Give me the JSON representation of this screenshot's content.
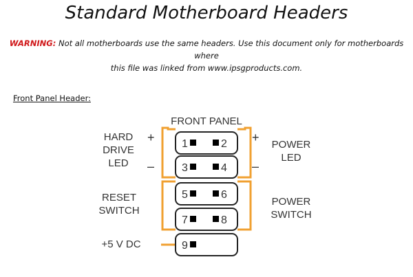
{
  "document": {
    "title": "Standard Motherboard Headers",
    "warning_label": "WARNING:",
    "warning_line1": " Not all motherboards use the same headers. Use this document only for motherboards where",
    "warning_line2": "this file was linked from www.ipsgproducts.com.",
    "section_heading": "Front Panel Header:"
  },
  "diagram": {
    "header_title": "FRONT PANEL",
    "labels": {
      "hdd_led_1": "HARD",
      "hdd_led_2": "DRIVE",
      "hdd_led_3": "LED",
      "power_led_1": "POWER",
      "power_led_2": "LED",
      "reset_1": "RESET",
      "reset_2": "SWITCH",
      "power_switch_1": "POWER",
      "power_switch_2": "SWITCH",
      "vdc": "+5 V DC"
    },
    "signs": {
      "hdd_plus": "+",
      "hdd_minus": "–",
      "pled_plus": "+",
      "pled_minus": "–"
    },
    "pins": [
      "1",
      "2",
      "3",
      "4",
      "5",
      "6",
      "7",
      "8",
      "9"
    ],
    "colors": {
      "bracket": "#f0a030",
      "outline": "#222222",
      "pin_square": "#000000"
    }
  }
}
